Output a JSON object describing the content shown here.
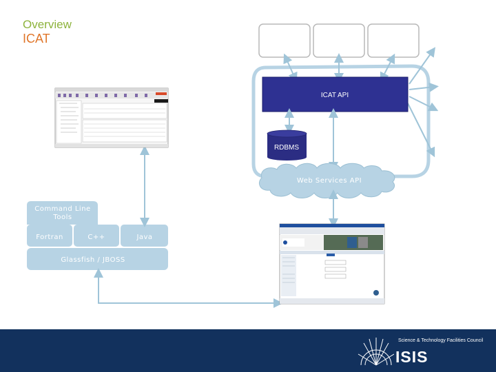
{
  "slide": {
    "title_line1": "Overview",
    "title_line2": "ICAT"
  },
  "diagram": {
    "icat_api": "ICAT API",
    "rdbms": "RDBMS",
    "web_services_api": "Web Services API",
    "command_line_tools_1": "Command Line",
    "command_line_tools_2": "Tools",
    "fortran": "Fortran",
    "cpp": "C++",
    "java": "Java",
    "glassfish_jboss": "Glassfish / JBOSS"
  },
  "footer": {
    "org": "Science & Technology Facilities Council",
    "name": "ISIS"
  },
  "colors": {
    "title_green": "#8db33c",
    "title_orange": "#e0762a",
    "api_box": "#2e3192",
    "cylinder": "#2b2d83",
    "light_blue": "#b7d3e4",
    "footer": "#12315d"
  }
}
